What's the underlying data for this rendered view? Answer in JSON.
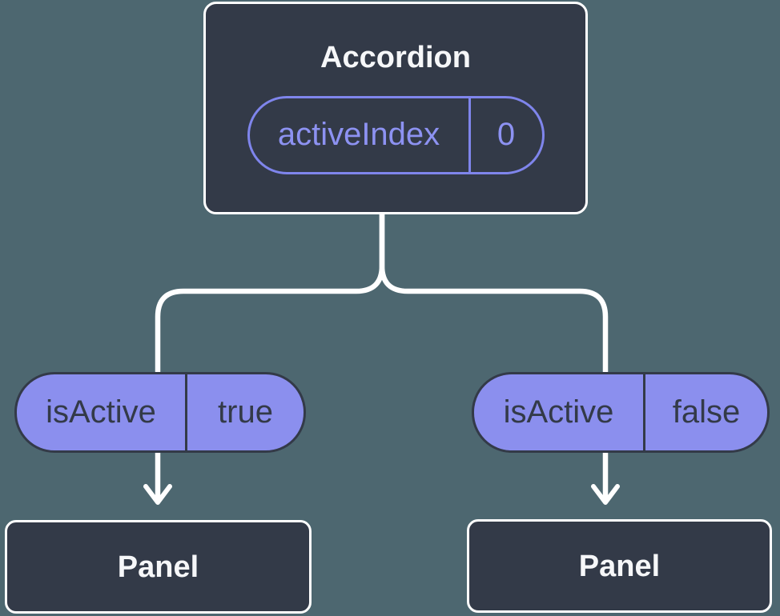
{
  "diagram": {
    "description": "Component tree showing state passed down from an Accordion parent to two Panel children",
    "root": {
      "title": "Accordion",
      "prop": {
        "name": "activeIndex",
        "value": "0"
      }
    },
    "children": [
      {
        "prop": {
          "name": "isActive",
          "value": "true"
        },
        "panel": {
          "title": "Panel"
        }
      },
      {
        "prop": {
          "name": "isActive",
          "value": "false"
        },
        "panel": {
          "title": "Panel"
        }
      }
    ]
  },
  "colors": {
    "background": "#4d6770",
    "node_fill": "#333a48",
    "node_border": "#ffffff",
    "node_text": "#f6f7f9",
    "connector": "#ffffff",
    "pill_fill": "#8b8fee",
    "pill_dark": "#333a48",
    "accent_purple": "#7f85ec",
    "accent_purple_text": "#8d92f2"
  }
}
